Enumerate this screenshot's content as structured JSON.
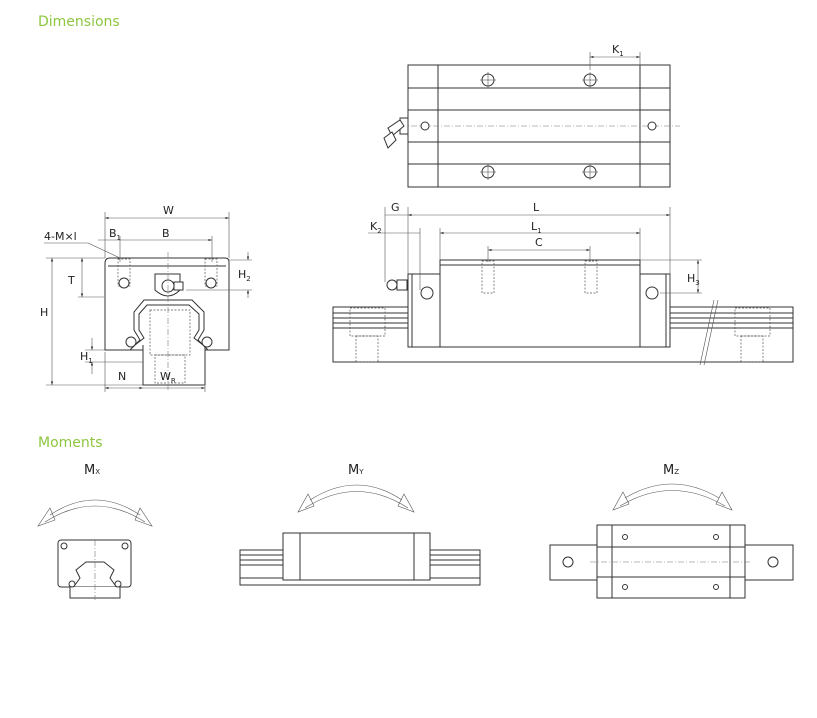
{
  "sections": {
    "dimensions_title": "Dimensions",
    "moments_title": "Moments"
  },
  "dimension_labels": {
    "W": "W",
    "mxl": "4-M×l",
    "B1": "B",
    "B1_sub": "1",
    "B": "B",
    "T": "T",
    "H": "H",
    "H2": "H",
    "H2_sub": "2",
    "H1": "H",
    "H1_sub": "1",
    "N": "N",
    "WR": "W",
    "WR_sub": "R",
    "G": "G",
    "L": "L",
    "K2": "K",
    "K2_sub": "2",
    "L1": "L",
    "L1_sub": "1",
    "C": "C",
    "H3": "H",
    "H3_sub": "3",
    "K1": "K",
    "K1_sub": "1"
  },
  "moments": {
    "mx": {
      "main": "M",
      "sub": "X"
    },
    "my": {
      "main": "M",
      "sub": "Y"
    },
    "mz": {
      "main": "M",
      "sub": "Z"
    }
  },
  "colors": {
    "accent": "#8dc63f"
  }
}
